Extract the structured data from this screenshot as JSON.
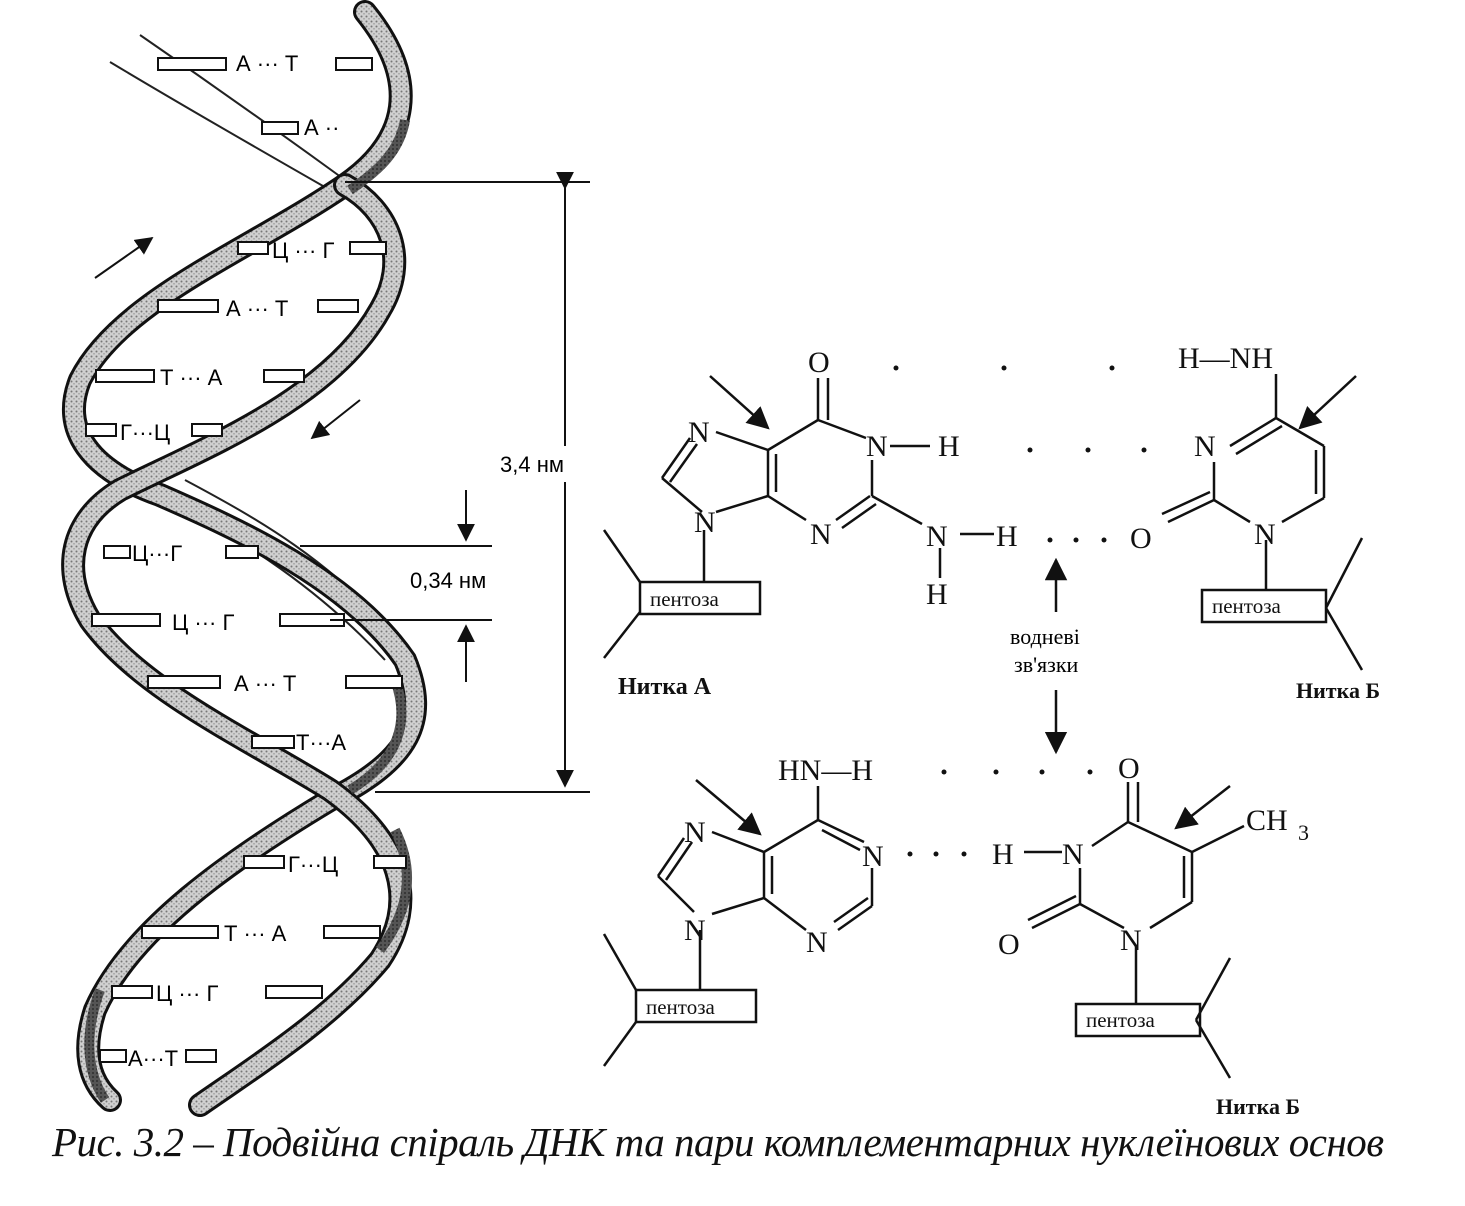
{
  "helix": {
    "base_pairs": [
      "А ··· Т",
      "А ··",
      "Ц ··· Г",
      "А ··· Т",
      "Т ··· А",
      "Г···Ц",
      "Ц···Г",
      "Ц ··· Г",
      "А ··· Т",
      "Т···А",
      "Г···Ц",
      "Т ··· А",
      "Ц ··· Г",
      "А···Т"
    ],
    "pitch_label": "3,4 нм",
    "rise_label": "0,34 нм"
  },
  "pair_gc": {
    "atoms": {
      "o_top": "O",
      "n7": "N",
      "n9": "N",
      "n1": "N",
      "h1": "H",
      "n3": "N",
      "n_amino": "N",
      "h_amino": "H",
      "h_amino_bottom": "H",
      "c_o": "O",
      "c_n3": "N",
      "c_n1": "N",
      "c_amine": "H—NH"
    },
    "sugar_left": "пентоза",
    "sugar_right": "пентоза",
    "strand_left": "Нитка А",
    "strand_right": "Нитка Б"
  },
  "hbond_label": [
    "водневі",
    "зв'язки"
  ],
  "pair_at": {
    "atoms": {
      "amine": "HN—H",
      "n7": "N",
      "n9": "N",
      "n1": "N",
      "n3": "N",
      "t_h": "H",
      "t_n3": "N",
      "t_o_top": "O",
      "t_o_left": "O",
      "t_n1": "N",
      "methyl": "CH",
      "methyl_sub": "3"
    },
    "sugar_left": "пентоза",
    "sugar_right": "пентоза",
    "strand_right": "Нитка Б"
  },
  "caption": "Рис. 3.2 – Подвійна спіраль ДНК та пари комплементарних нуклеїнових основ"
}
